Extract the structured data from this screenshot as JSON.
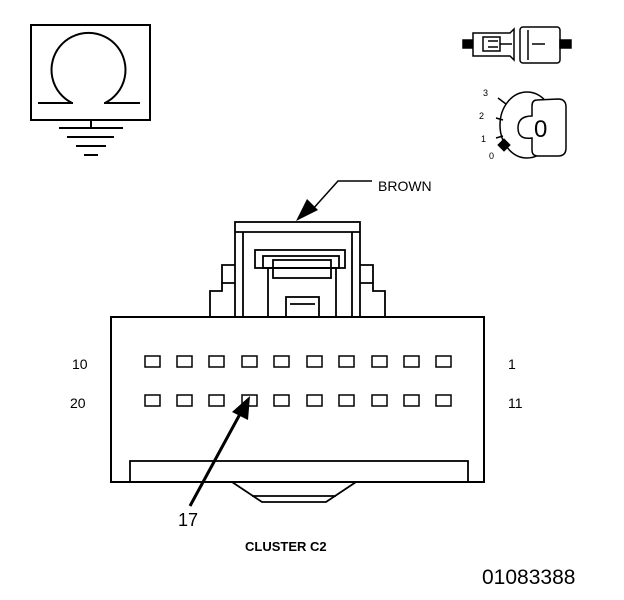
{
  "wire_color_label": "BROWN",
  "pin_labels": {
    "row1_left": "10",
    "row1_right": "1",
    "row2_left": "20",
    "row2_right": "11"
  },
  "callout_pin": "17",
  "connector_name": "CLUSTER C2",
  "figure_number": "01083388",
  "ignition_switch": {
    "positions": [
      "3",
      "2",
      "1",
      "0"
    ],
    "current_position": "0"
  },
  "icons": {
    "ground_symbol": "ground-ohm-icon",
    "connector_symbol": "connector-plug-icon",
    "switch_symbol": "ignition-key-icon"
  },
  "colors": {
    "line": "#000000",
    "background": "#ffffff"
  }
}
